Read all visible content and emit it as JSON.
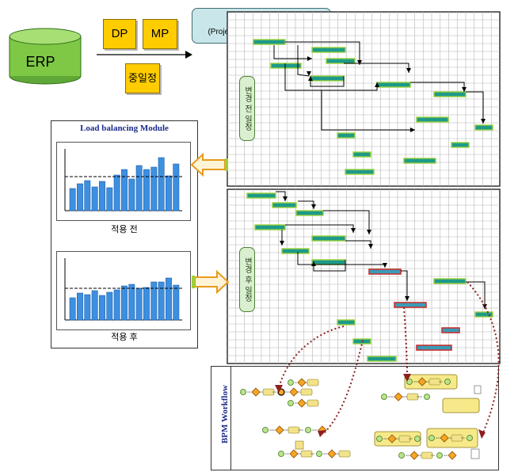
{
  "erp": {
    "label": "ERP"
  },
  "notes": {
    "dp": "DP",
    "mp": "MP",
    "midterm": "중일정"
  },
  "pms": {
    "title": "PMS",
    "subtitle": "(Project Management System)"
  },
  "load_balancing": {
    "title": "Load balancing Module",
    "before_caption": "적용 전",
    "after_caption": "적용 후"
  },
  "gantt": {
    "top_label": "변경 전 일정",
    "bottom_label": "변경 후 일정"
  },
  "bpm": {
    "title": "BPM Workflow"
  },
  "colors": {
    "erp_green": "#7ec845",
    "note_yellow": "#ffcc00",
    "pms_fill": "#c9e6ea",
    "bar_blue": "#3d8fe0",
    "task_teal": "#1d9a8a",
    "task_green": "#9bd13b",
    "task_red": "#c8322d",
    "arrow_red": "#8e1f1f"
  },
  "chart_data": [
    {
      "type": "bar",
      "title": "",
      "caption": "적용 전",
      "values": [
        28,
        34,
        38,
        30,
        37,
        29,
        45,
        52,
        40,
        57,
        52,
        55,
        67,
        44,
        59
      ],
      "reference": 43,
      "ylim": [
        0,
        78
      ]
    },
    {
      "type": "bar",
      "title": "",
      "caption": "적용 후",
      "values": [
        28,
        34,
        32,
        37,
        31,
        35,
        38,
        43,
        45,
        40,
        41,
        48,
        48,
        53,
        44
      ],
      "reference": 40,
      "ylim": [
        0,
        78
      ]
    }
  ]
}
